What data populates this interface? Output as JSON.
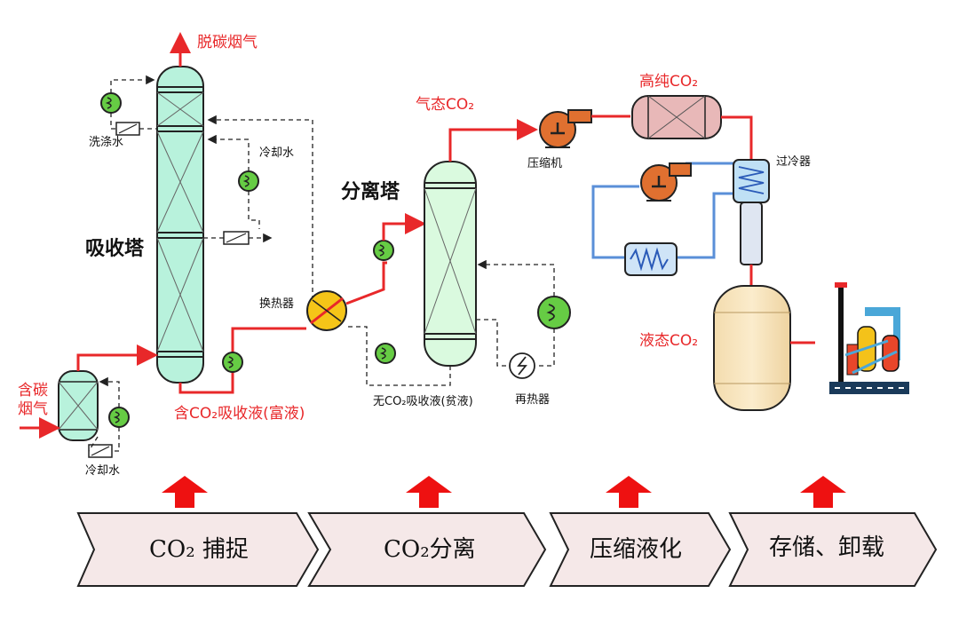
{
  "labels": {
    "out_gas": "脱碳烟气",
    "wash_water": "洗涤水",
    "cool_water_top": "冷却水",
    "absorber": "吸收塔",
    "feed_gas": "含碳\n烟气",
    "cool_water_bottom": "冷却水",
    "heat_exchanger": "换热器",
    "rich_liquid": "含CO₂吸收液(富液)",
    "gas_co2": "气态CO₂",
    "separator": "分离塔",
    "lean_liquid": "无CO₂吸收液(贫液)",
    "reboiler": "再热器",
    "compressor": "压缩机",
    "high_purity": "高纯CO₂",
    "subcooler": "过冷器",
    "liquid_co2": "液态CO₂"
  },
  "stages": [
    {
      "label": "CO₂ 捕捉"
    },
    {
      "label": "CO₂分离"
    },
    {
      "label": "压缩液化"
    },
    {
      "label": "存储、卸载"
    }
  ],
  "colors": {
    "red": "#e8282a",
    "column_fill": "#b8f2dc",
    "separator_fill": "#dafadf",
    "pump_orange": "#e07030",
    "exchanger_yellow": "#f5c518",
    "coil_green": "#66cc44",
    "chevron_fill": "#f5e8e8",
    "blue_loop": "#5a8fd8",
    "tank_fill": "#f6e2b8"
  }
}
